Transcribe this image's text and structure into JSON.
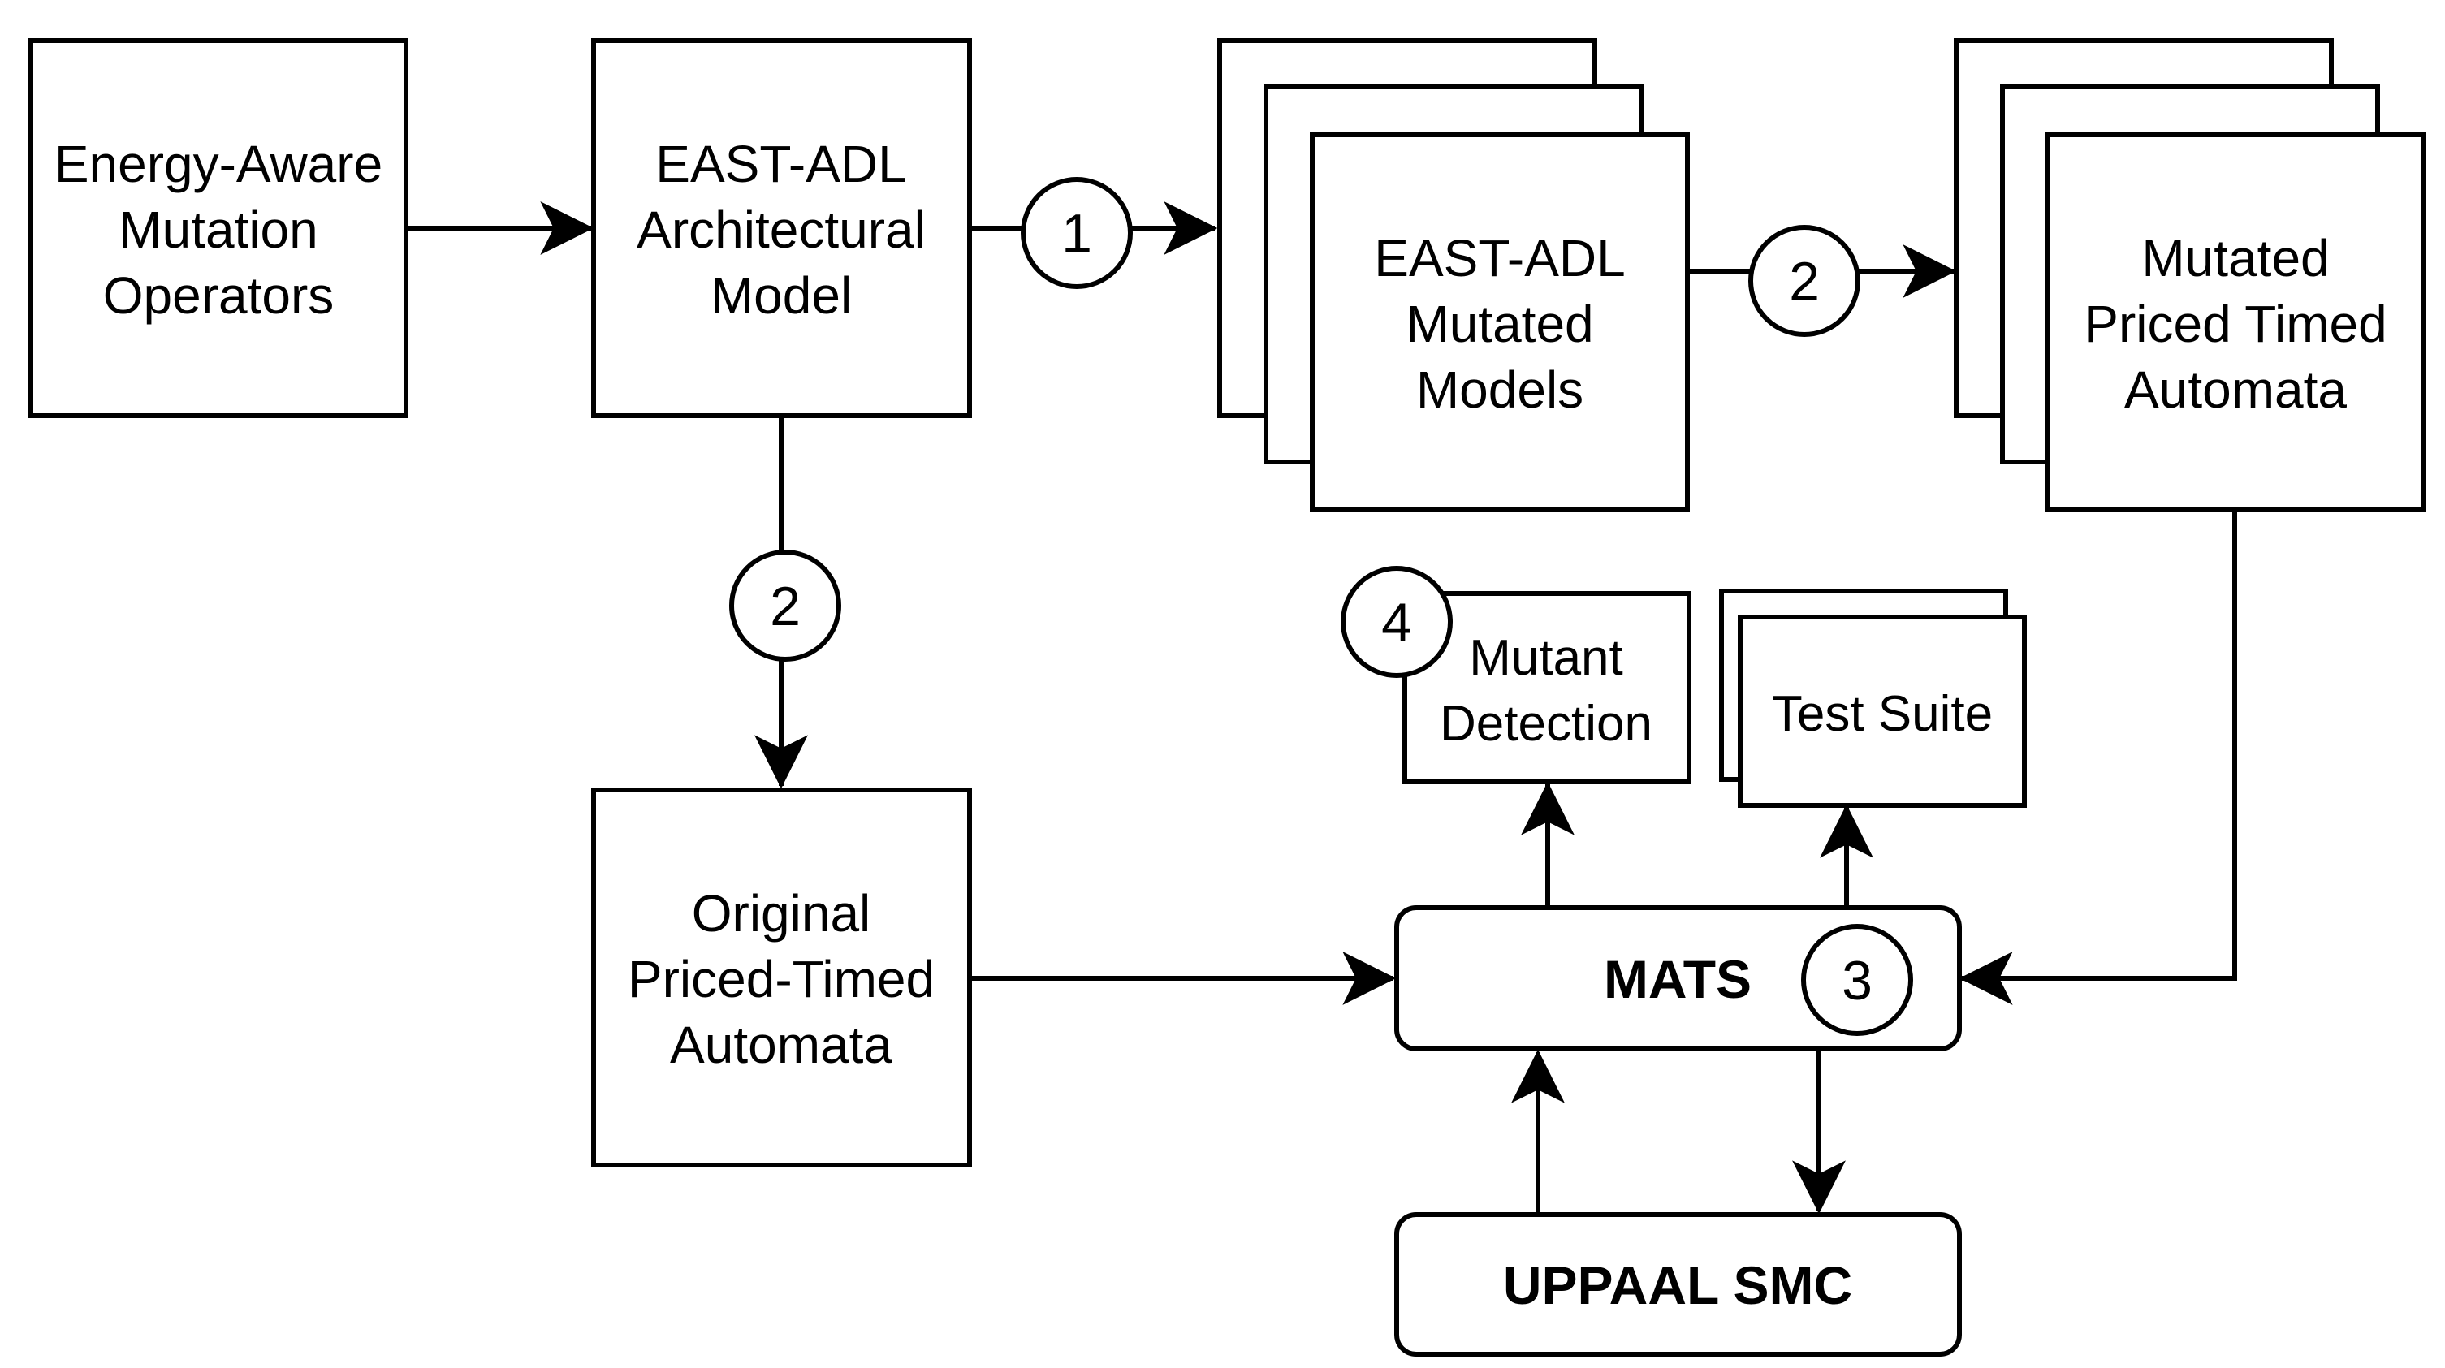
{
  "nodes": {
    "operators": {
      "lines": [
        "Energy-Aware",
        "Mutation",
        "Operators"
      ]
    },
    "architectural_model": {
      "lines": [
        "EAST-ADL",
        "Architectural",
        "Model"
      ]
    },
    "mutated_models": {
      "lines": [
        "EAST-ADL",
        "Mutated",
        "Models"
      ]
    },
    "mutated_pta": {
      "lines": [
        "Mutated",
        "Priced Timed",
        "Automata"
      ]
    },
    "original_pta": {
      "lines": [
        "Original",
        "Priced-Timed",
        "Automata"
      ]
    },
    "mutant_detection": {
      "lines": [
        "Mutant",
        "Detection"
      ]
    },
    "test_suite": {
      "label": "Test Suite"
    },
    "mats": {
      "label": "MATS"
    },
    "uppaal": {
      "label": "UPPAAL SMC"
    }
  },
  "steps": {
    "step1": "1",
    "step2_models": "2",
    "step2_original": "2",
    "step3": "3",
    "step4": "4"
  },
  "colors": {
    "stroke": "#000000",
    "fill": "#ffffff"
  }
}
